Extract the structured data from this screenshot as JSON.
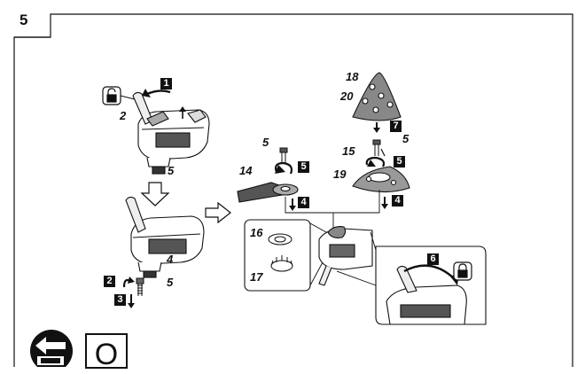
{
  "figure_number": "5",
  "labels": {
    "l2a": "2",
    "l5a": "5",
    "l4a": "4",
    "l5b": "5",
    "l14": "14",
    "l5c": "5",
    "l18": "18",
    "l20": "20",
    "l15": "15",
    "l5d": "5",
    "l19": "19",
    "l16": "16",
    "l17": "17"
  },
  "steps": {
    "s1": "1",
    "s2": "2",
    "s3": "3",
    "s4a": "4",
    "s5a": "5",
    "s7": "7",
    "s5b": "5",
    "s4b": "4",
    "s6": "6"
  },
  "symbol_letter": "O"
}
